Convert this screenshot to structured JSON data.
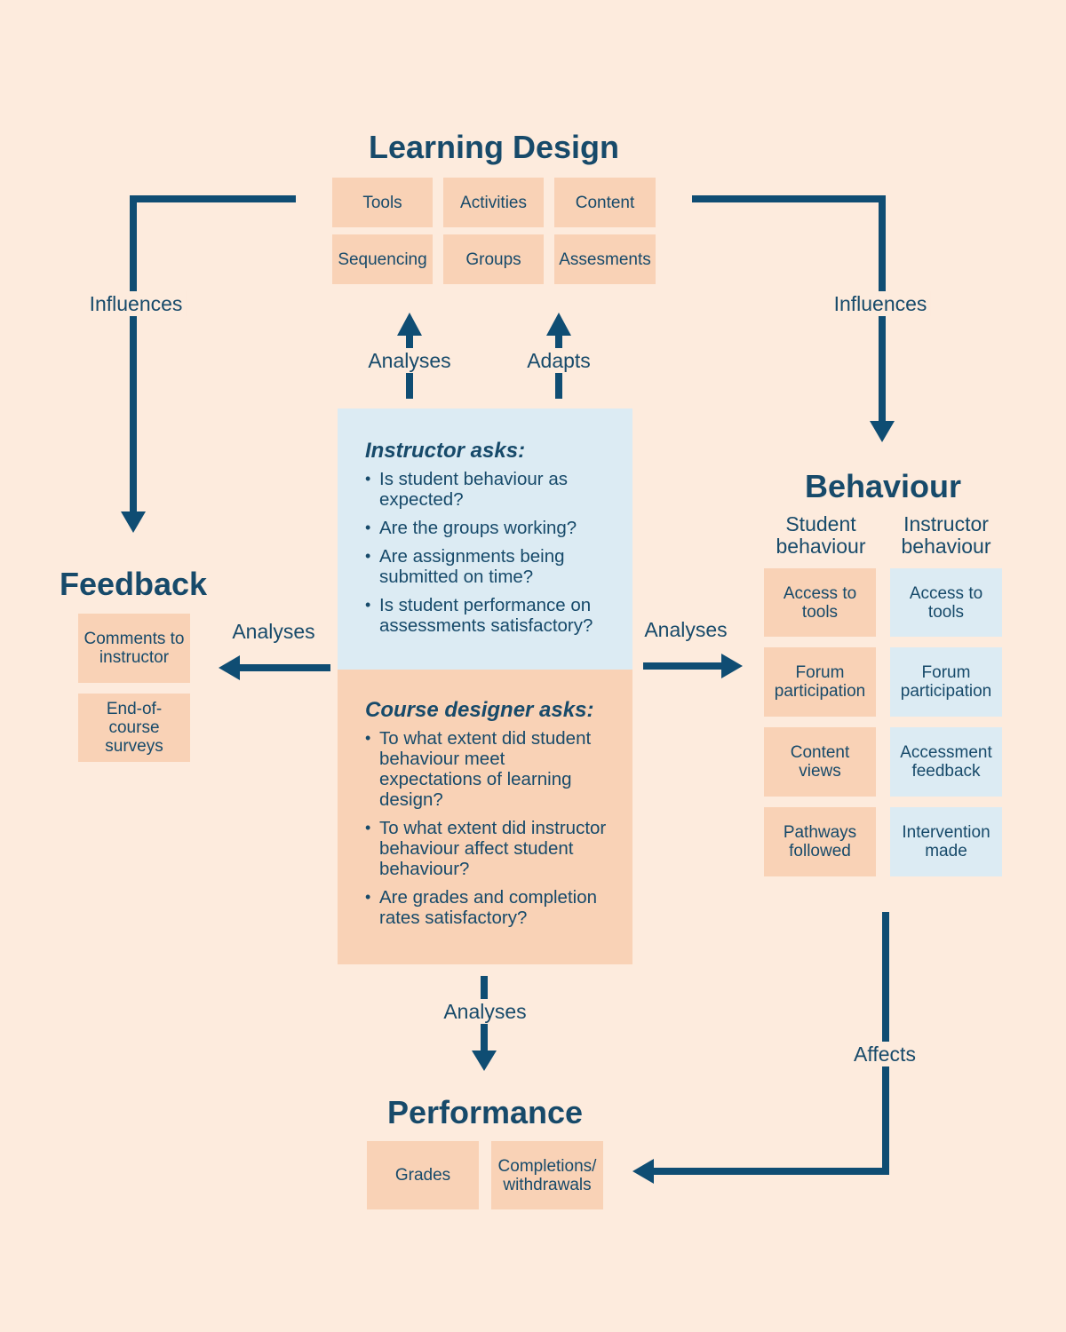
{
  "learning_design": {
    "title": "Learning Design",
    "items": [
      "Tools",
      "Activities",
      "Content",
      "Sequencing",
      "Groups",
      "Assesments"
    ]
  },
  "feedback": {
    "title": "Feedback",
    "items": [
      "Comments to instructor",
      "End-of-course surveys"
    ]
  },
  "behaviour": {
    "title": "Behaviour",
    "student_heading": "Student behaviour",
    "instructor_heading": "Instructor behaviour",
    "student_items": [
      "Access to tools",
      "Forum participation",
      "Content views",
      "Pathways followed"
    ],
    "instructor_items": [
      "Access to tools",
      "Forum participation",
      "Accessment feedback",
      "Intervention made"
    ]
  },
  "performance": {
    "title": "Performance",
    "items": [
      "Grades",
      "Completions/ withdrawals"
    ]
  },
  "instructor_panel": {
    "heading": "Instructor asks:",
    "questions": [
      "Is student behaviour as expected?",
      "Are the groups working?",
      "Are assignments being submitted on time?",
      "Is student performance on assessments satisfactory?"
    ]
  },
  "designer_panel": {
    "heading": "Course designer asks:",
    "questions": [
      "To what extent did student behaviour meet expectations of learning design?",
      "To what extent did instructor behaviour affect student behaviour?",
      "Are grades and completion rates satisfactory?"
    ]
  },
  "arrow_labels": {
    "influences_left": "Influences",
    "influences_right": "Influences",
    "analyses_up": "Analyses",
    "adapts_up": "Adapts",
    "analyses_left": "Analyses",
    "analyses_right": "Analyses",
    "analyses_down": "Analyses",
    "affects": "Affects"
  },
  "colors": {
    "background": "#fdebdd",
    "peach_box": "#f9d2b6",
    "blue_box": "#dcebf3",
    "arrow": "#0f4d73",
    "text": "#174a6a"
  }
}
